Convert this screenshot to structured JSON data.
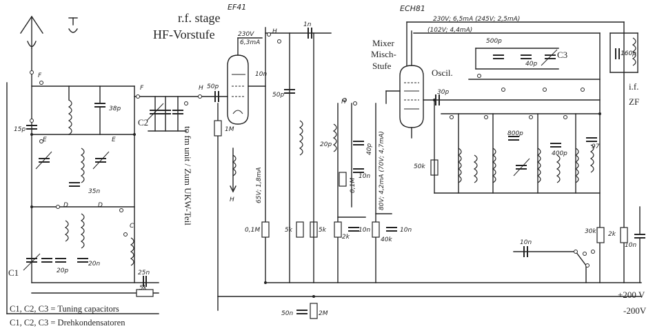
{
  "annotations": {
    "rf_stage": "r.f. stage",
    "hf_vorstufe": "HF-Vorstufe",
    "mixer": "Mixer",
    "misch": "Misch-",
    "stufe": "Stufe",
    "oscil": "Oscil.",
    "if": "i.f.",
    "zf": "ZF",
    "to_fm": "to fm unit / Zum UKW-Teil",
    "c1": "C1",
    "c2": "C2",
    "c3": "C3",
    "legend_en": "C1, C2, C3 = Tuning capacitors",
    "legend_de": "C1, C2, C3 = Drehkondensatoren",
    "plus200": "+200 V",
    "minus200": "-200V"
  },
  "tubes": {
    "ef41": "EF41",
    "ech81": "ECH81"
  },
  "labels": {
    "v230_65": "230V; 6,5mA (245V; 2,5mA)",
    "v102": "(102V; 4,4mA)",
    "v230": "230V",
    "ma63": "6,3mA",
    "v65": "65V; 1,8mA",
    "v80": "80V; 4,2mA (70V; 4,7mA)",
    "c1n": "1n",
    "c10n": "10n",
    "c50p": "50p",
    "c50p2": "50p",
    "c500p": "500p",
    "c40p": "40p",
    "c160p": "160p",
    "c38p": "38p",
    "c15p": "15p",
    "c35n": "35n",
    "c20p": "20p",
    "c20n": "20n",
    "c25n": "25n",
    "r5k": "5k",
    "r1m": "1M",
    "r01m": "0,1M",
    "r5k_a": "5k",
    "r5k_b": "5k",
    "r2k": "2k",
    "c10n_b": "10n",
    "c20p_b": "20p",
    "c40p_b": "40p",
    "r01m_b": "0,1M",
    "c10n_c": "10n",
    "r40k": "40k",
    "c10n_d": "10n",
    "c30p": "30p",
    "r50k": "50k",
    "c800p": "800p",
    "c400p": "400p",
    "c97": "97",
    "r30k": "30k",
    "r2k_b": "2k",
    "c10n_e": "10n",
    "c10n_f": "10n",
    "c50n": "50n",
    "r2m": "2M",
    "h1": "H",
    "h2": "H",
    "h3": "H",
    "h4": "H",
    "fE": "E",
    "fE2": "E",
    "fD": "D",
    "fD2": "D",
    "fC": "C",
    "fF": "F",
    "fF2": "F"
  }
}
